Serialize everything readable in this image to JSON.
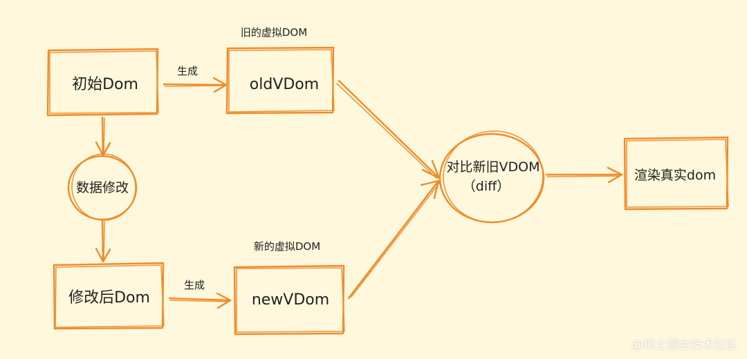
{
  "colors": {
    "background": "#fff8dc",
    "stroke": "#f08a2a",
    "text": "#1f1f1f"
  },
  "nodes": {
    "initial_dom": "初始Dom",
    "old_vdom": "oldVDom",
    "data_modify": "数据修改",
    "modified_dom": "修改后Dom",
    "new_vdom": "newVDom",
    "diff_line1": "对比新旧VDOM",
    "diff_line2": "（diff）",
    "render_real": "渲染真实dom"
  },
  "labels": {
    "old_virtual_dom": "旧的虚拟DOM",
    "new_virtual_dom": "新的虚拟DOM",
    "generate_top": "生成",
    "generate_bottom": "生成"
  },
  "watermark": "@稀土掘金技术社区"
}
